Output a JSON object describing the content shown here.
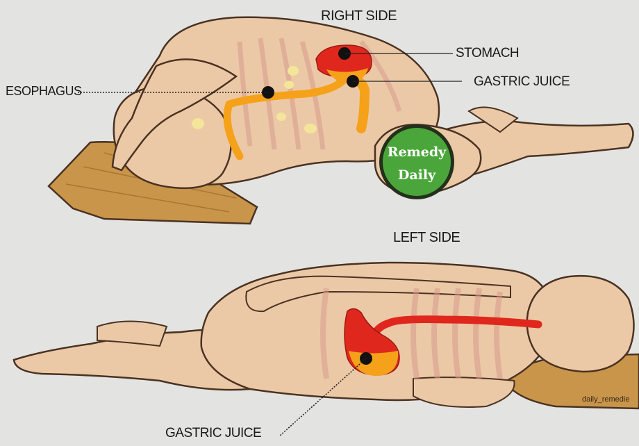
{
  "sections": {
    "right_side": {
      "title": "RIGHT SIDE",
      "labels": {
        "stomach": "STOMACH",
        "gastric_juice": "GASTRIC JUICE",
        "esophagus": "ESOPHAGUS"
      },
      "badge": {
        "line1": "Remedy",
        "line2": "Daily"
      }
    },
    "left_side": {
      "title": "LEFT SIDE",
      "labels": {
        "gastric_juice": "GASTRIC JUICE"
      }
    }
  },
  "watermark": "daily_remedie",
  "colors": {
    "background": "#e3e4e2",
    "skin": "#ecc9a6",
    "outline": "#4a3222",
    "stomach": "#e0271d",
    "gastric_juice": "#f5a21a",
    "esophagus": "#f5a21a",
    "pillow": "#c8954a",
    "badge": "#4aa63a"
  }
}
